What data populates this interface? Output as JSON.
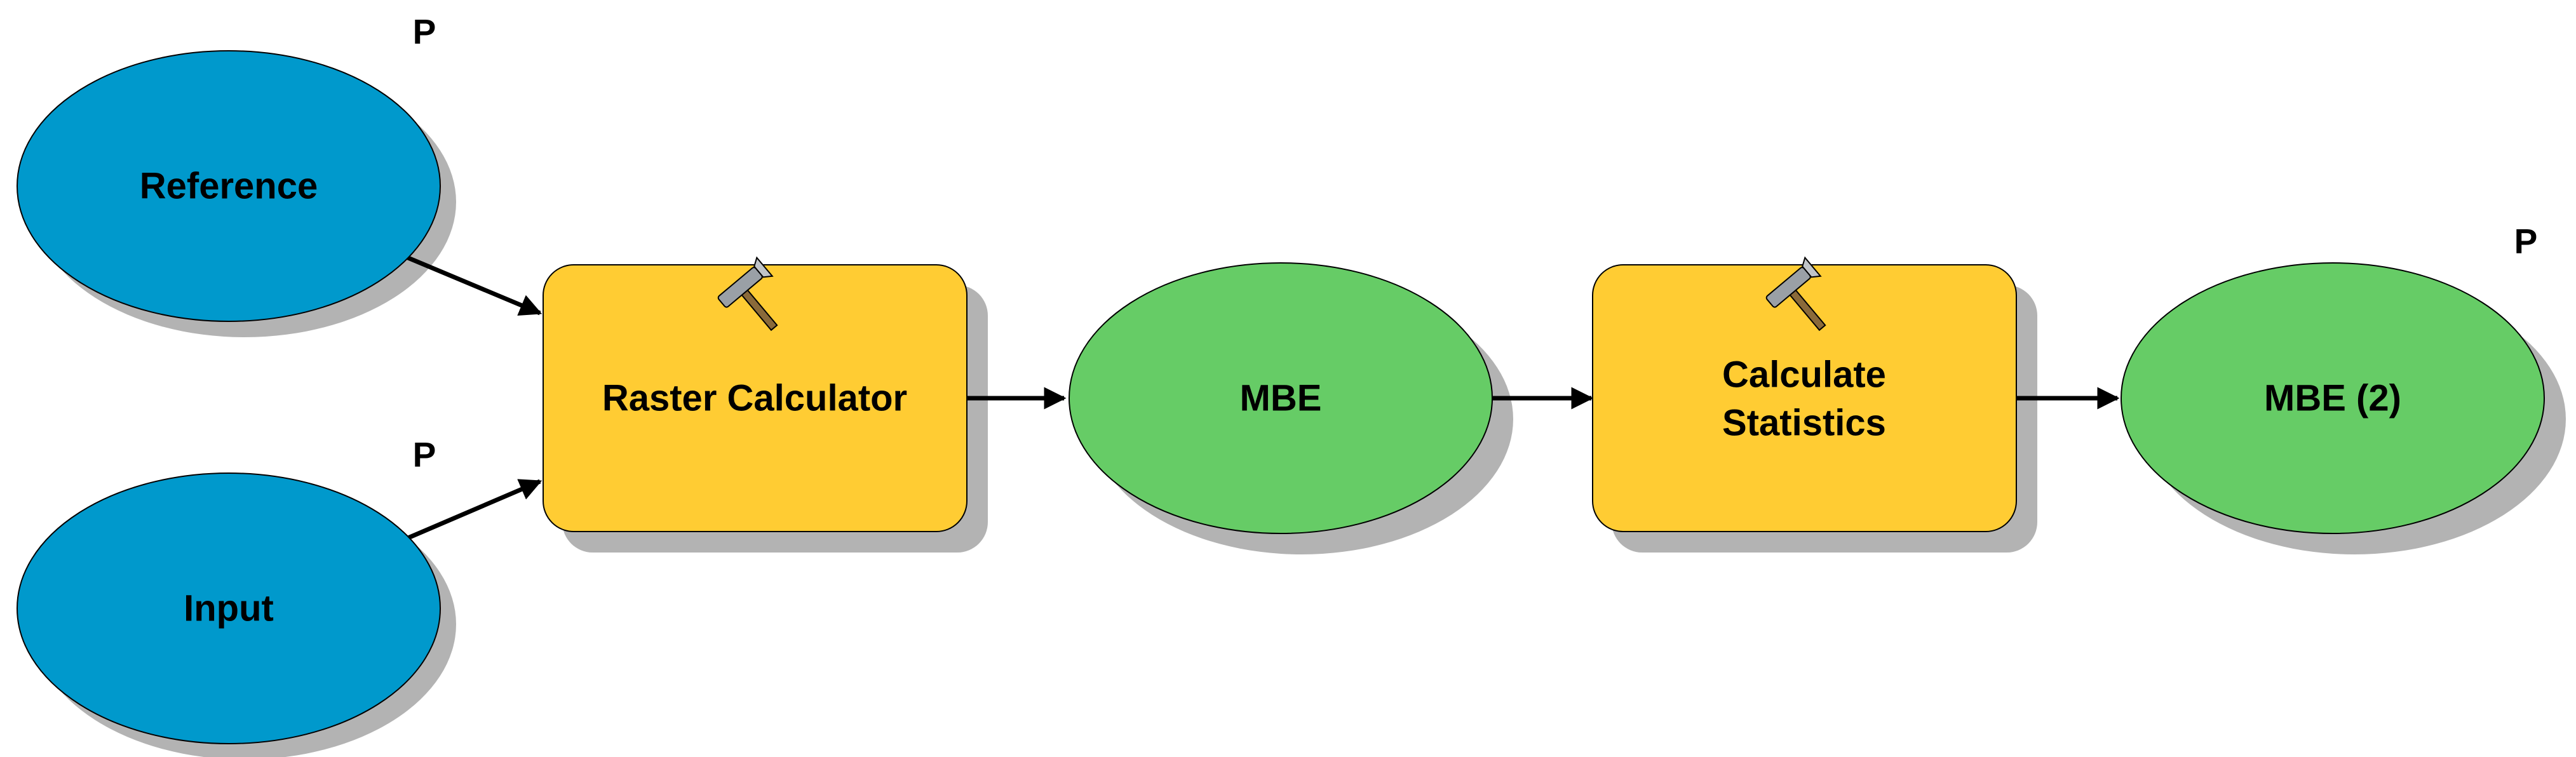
{
  "model": {
    "inputs": {
      "reference": {
        "label": "Reference",
        "parameter_flag": "P"
      },
      "input": {
        "label": "Input",
        "parameter_flag": "P"
      }
    },
    "tools": {
      "raster_calculator": {
        "label": "Raster Calculator",
        "icon": "hammer-icon"
      },
      "calculate_statistics": {
        "label_line1": "Calculate",
        "label_line2": "Statistics",
        "icon": "hammer-icon"
      }
    },
    "outputs": {
      "mbe": {
        "label": "MBE"
      },
      "mbe2": {
        "label": "MBE (2)",
        "parameter_flag": "P"
      }
    }
  },
  "colors": {
    "input_fill": "#0099CC",
    "tool_fill": "#FFCC33",
    "output_fill": "#66CC66",
    "shadow": "#B3B3B3",
    "connector": "#000000"
  }
}
